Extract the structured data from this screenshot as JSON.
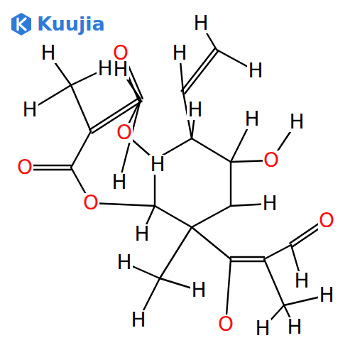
{
  "diagram": {
    "labels": [
      "Kuujia",
      "H",
      "O",
      "H",
      "H",
      "H",
      "H",
      "H",
      "H",
      "H",
      "O",
      "H",
      "H",
      "O",
      "H",
      "H",
      "O",
      "O",
      "H",
      "O",
      "H",
      "H",
      "H",
      "H",
      "H",
      "H",
      "O",
      "H",
      "H"
    ]
  }
}
